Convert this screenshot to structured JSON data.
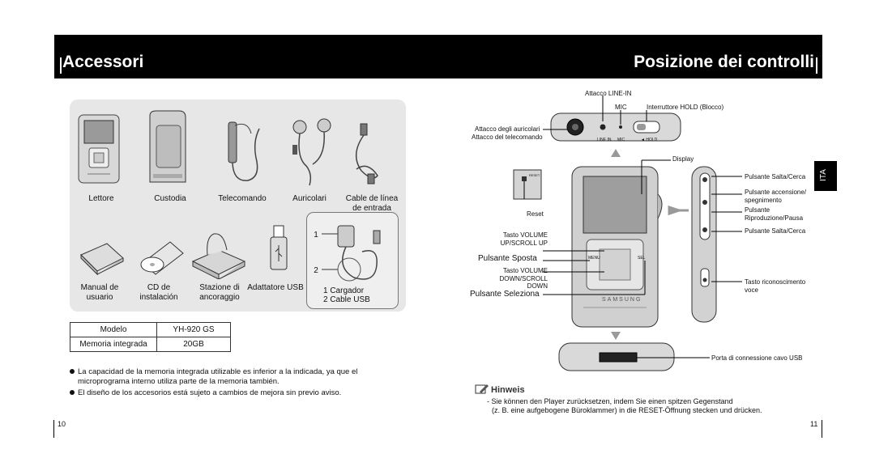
{
  "left_header": {
    "title": "Accessori"
  },
  "right_header": {
    "title": "Posizione dei controlli"
  },
  "accessories": {
    "row1": [
      "Lettore",
      "Custodia",
      "Telecomando",
      "Auricolari",
      "Cable de línea de entrada"
    ],
    "row2": [
      "Manual de usuario",
      "CD de instalación",
      "Stazione di ancoraggio",
      "Adattatore USB"
    ],
    "usb_box": {
      "marker1": "1",
      "marker2": "2",
      "item1": "1 Cargador",
      "item2": "2 Cable USB"
    }
  },
  "spec_table": {
    "rows": [
      [
        "Modelo",
        "YH-920 GS"
      ],
      [
        "Memoria integrada",
        "20GB"
      ]
    ]
  },
  "notes": [
    "La capacidad de la memoria integrada utilizable es inferior a la indicada, ya que el microprograma interno utiliza parte de la memoria también.",
    "El diseño de los accesorios está sujeto a cambios de mejora sin previo aviso."
  ],
  "page_numbers": {
    "left": "10",
    "right": "11"
  },
  "side_tab": "ITA",
  "controls": {
    "line_in": "Attacco LINE-IN",
    "mic": "MIC",
    "hold": "Interruttore HOLD (Blocco)",
    "earphone": "Attacco degli auricolari",
    "remote": "Attacco del telecomando",
    "display": "Display",
    "reset": "Reset",
    "vol_up": "Tasto VOLUME UP/SCROLL UP",
    "move": "Pulsante Sposta",
    "vol_down": "Tasto VOLUME DOWN/SCROLL DOWN",
    "select": "Pulsante Seleziona",
    "skip1": "Pulsante Salta/Cerca",
    "power": "Pulsante accensione/ spegnimento",
    "play": "Pulsante Riproduzione/Pausa",
    "skip2": "Pulsante Salta/Cerca",
    "voice": "Tasto riconoscimento voce",
    "usb_port": "Porta di connessione cavo USB"
  },
  "device_text": {
    "brand": "SAMSUNG",
    "line_in_small": "LINE IN",
    "mic_small": "MIC",
    "hold_small": "◄ HOLD",
    "menu": "MENU",
    "sel": "SEL",
    "reset_small": "RESET"
  },
  "hinweis": {
    "title": "Hinweis",
    "lines": [
      "- Sie können den Player zurücksetzen, indem Sie einen spitzen Gegenstand",
      "(z. B. eine aufgebogene Büroklammer) in die RESET-Öffnung stecken und drücken."
    ]
  }
}
